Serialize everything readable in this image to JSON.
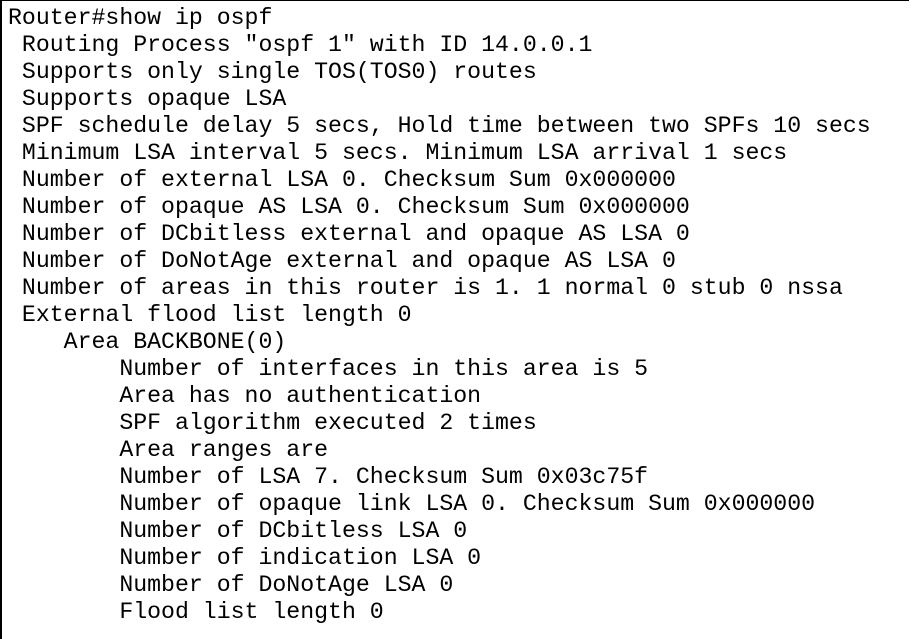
{
  "terminal": {
    "prompt": "Router#show ip ospf",
    "lines": [
      " Routing Process \"ospf 1\" with ID 14.0.0.1",
      " Supports only single TOS(TOS0) routes",
      " Supports opaque LSA",
      " SPF schedule delay 5 secs, Hold time between two SPFs 10 secs",
      " Minimum LSA interval 5 secs. Minimum LSA arrival 1 secs",
      " Number of external LSA 0. Checksum Sum 0x000000",
      " Number of opaque AS LSA 0. Checksum Sum 0x000000",
      " Number of DCbitless external and opaque AS LSA 0",
      " Number of DoNotAge external and opaque AS LSA 0",
      " Number of areas in this router is 1. 1 normal 0 stub 0 nssa",
      " External flood list length 0",
      "    Area BACKBONE(0)",
      "        Number of interfaces in this area is 5",
      "        Area has no authentication",
      "        SPF algorithm executed 2 times",
      "        Area ranges are",
      "        Number of LSA 7. Checksum Sum 0x03c75f",
      "        Number of opaque link LSA 0. Checksum Sum 0x000000",
      "        Number of DCbitless LSA 0",
      "        Number of indication LSA 0",
      "        Number of DoNotAge LSA 0",
      "        Flood list length 0"
    ]
  },
  "colors": {
    "background": "#ffffff",
    "text": "#000000",
    "border": "#000000"
  }
}
